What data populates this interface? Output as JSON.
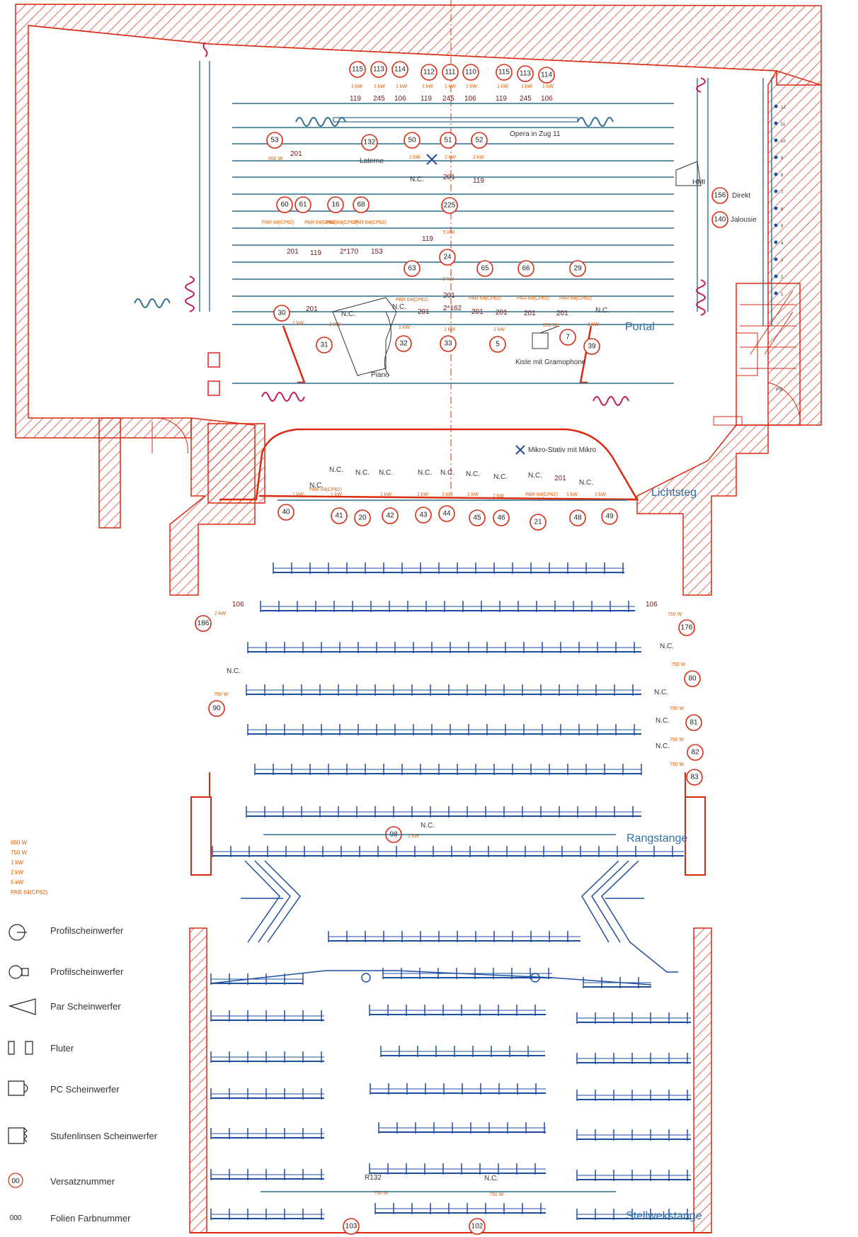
{
  "area_labels": {
    "portal": "Portal",
    "lichtsteg": "Lichtsteg",
    "rangstange": "Rangstange",
    "stellwerkstange": "Stellwekstange",
    "opera": "Opera in Zug 11",
    "laterne": "Laterne",
    "piano": "Piano",
    "kiste": "Kiste mit Gramophone",
    "mikro": "Mikro-Stativ mit Mikro",
    "hmi": "HMI",
    "direkt": "Direkt",
    "jalousie": "Jalousie",
    "ps": "PS"
  },
  "fixtures": [
    {
      "n": "115"
    },
    {
      "n": "113"
    },
    {
      "n": "114"
    },
    {
      "n": "112"
    },
    {
      "n": "111"
    },
    {
      "n": "110"
    },
    {
      "n": "115"
    },
    {
      "n": "113"
    },
    {
      "n": "114"
    },
    {
      "n": "53"
    },
    {
      "n": "132"
    },
    {
      "n": "50"
    },
    {
      "n": "51"
    },
    {
      "n": "52"
    },
    {
      "n": "156"
    },
    {
      "n": "140"
    },
    {
      "n": "60"
    },
    {
      "n": "61"
    },
    {
      "n": "16"
    },
    {
      "n": "68"
    },
    {
      "n": "225"
    },
    {
      "n": "24"
    },
    {
      "n": "63"
    },
    {
      "n": "65"
    },
    {
      "n": "66"
    },
    {
      "n": "29"
    },
    {
      "n": "30"
    },
    {
      "n": "31"
    },
    {
      "n": "32"
    },
    {
      "n": "33"
    },
    {
      "n": "5"
    },
    {
      "n": "7"
    },
    {
      "n": "39"
    },
    {
      "n": "40"
    },
    {
      "n": "41"
    },
    {
      "n": "20"
    },
    {
      "n": "42"
    },
    {
      "n": "43"
    },
    {
      "n": "44"
    },
    {
      "n": "45"
    },
    {
      "n": "46"
    },
    {
      "n": "21"
    },
    {
      "n": "48"
    },
    {
      "n": "49"
    },
    {
      "n": "186"
    },
    {
      "n": "176"
    },
    {
      "n": "80"
    },
    {
      "n": "90"
    },
    {
      "n": "81"
    },
    {
      "n": "82"
    },
    {
      "n": "83"
    },
    {
      "n": "98"
    },
    {
      "n": "103"
    },
    {
      "n": "102"
    }
  ],
  "power_labels": {
    "w650": "650 W",
    "w750": "750 W",
    "kw1": "1 kW",
    "kw2": "2 kW",
    "kw5": "5 kW",
    "par": "PAR 64(CP62)"
  },
  "color_labels": {
    "c119": "119",
    "c245": "245",
    "c106": "106",
    "c201": "201",
    "c153": "153",
    "c2x170": "2*170",
    "c2x162": "2*162",
    "nc": "N.C.",
    "r132": "R132"
  },
  "legend": {
    "power_list": [
      "650 W",
      "750 W",
      "1 kW",
      "2 kW",
      "5 kW",
      "PAR 64(CP62)"
    ],
    "items": [
      {
        "icon": "profile-spot-icon-a",
        "label": "Profilscheinwerfer"
      },
      {
        "icon": "profile-spot-icon-b",
        "label": "Profilscheinwerfer"
      },
      {
        "icon": "par-spot-icon",
        "label": "Par Scheinwerfer"
      },
      {
        "icon": "flood-icon",
        "label": "Fluter"
      },
      {
        "icon": "pc-spot-icon",
        "label": "PC Scheinwerfer"
      },
      {
        "icon": "fresnel-spot-icon",
        "label": "Stufenlinsen Scheinwerfer"
      },
      {
        "icon": "patch-number-icon",
        "label": "Versatznummer",
        "symbol": "00"
      },
      {
        "icon": "gel-number-icon",
        "label": "Folien Farbnummer",
        "symbol": "000"
      }
    ]
  },
  "pipe_numbers": [
    "12",
    "11",
    "10",
    "9",
    "8",
    "7",
    "6",
    "5",
    "4",
    "3",
    "2",
    "1"
  ],
  "colors": {
    "wall": "#d92a12",
    "seat": "#1e4fa0",
    "pipe": "#2d6f8f",
    "curtain": "#c2185b",
    "label": "#2f6fa6"
  }
}
